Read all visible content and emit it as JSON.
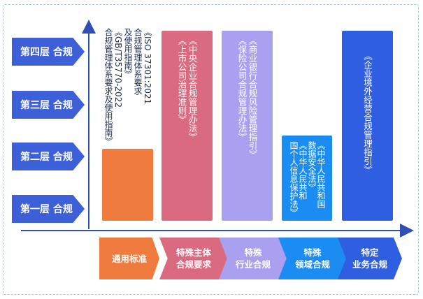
{
  "layers": [
    {
      "label": "第四层 合规"
    },
    {
      "label": "第三层 合规"
    },
    {
      "label": "第二层 合规"
    },
    {
      "label": "第一层 合规"
    }
  ],
  "columns": [
    {
      "text": "《ISO 37301:2021\n合规管理体系要求\n及使用指南》\n《GB/T35770-2022\n合规管理体系要求及使用指南》",
      "color": "#f07b3f",
      "level": 1
    },
    {
      "text": "《中央企业合规管理办法》\n《上市公司治理准则》",
      "color": "#d96a7f",
      "level": 4
    },
    {
      "text": "《商业银行合规风险管理指引》\n《保险公司合规管理办法》",
      "color": "#a9a0ef",
      "level": 4
    },
    {
      "text": "《中华人民共和国\n数据安全法》\n《中华人民共和\n国个人信息保护法》",
      "color": "#1a8cf2",
      "level": 2
    },
    {
      "text": "《企业境外经营合规管理指引》",
      "color": "#2f5ee0",
      "level": 4
    }
  ],
  "categories": [
    {
      "label": "通用标准",
      "color": "#f07b3f"
    },
    {
      "label": "特殊主体\n合规要求",
      "color": "#d96a7f"
    },
    {
      "label": "特殊\n行业合规",
      "color": "#a9a0ef"
    },
    {
      "label": "特殊\n领域合规",
      "color": "#1a8cf2"
    },
    {
      "label": "特定\n业务合规",
      "color": "#2f5ee0"
    }
  ]
}
